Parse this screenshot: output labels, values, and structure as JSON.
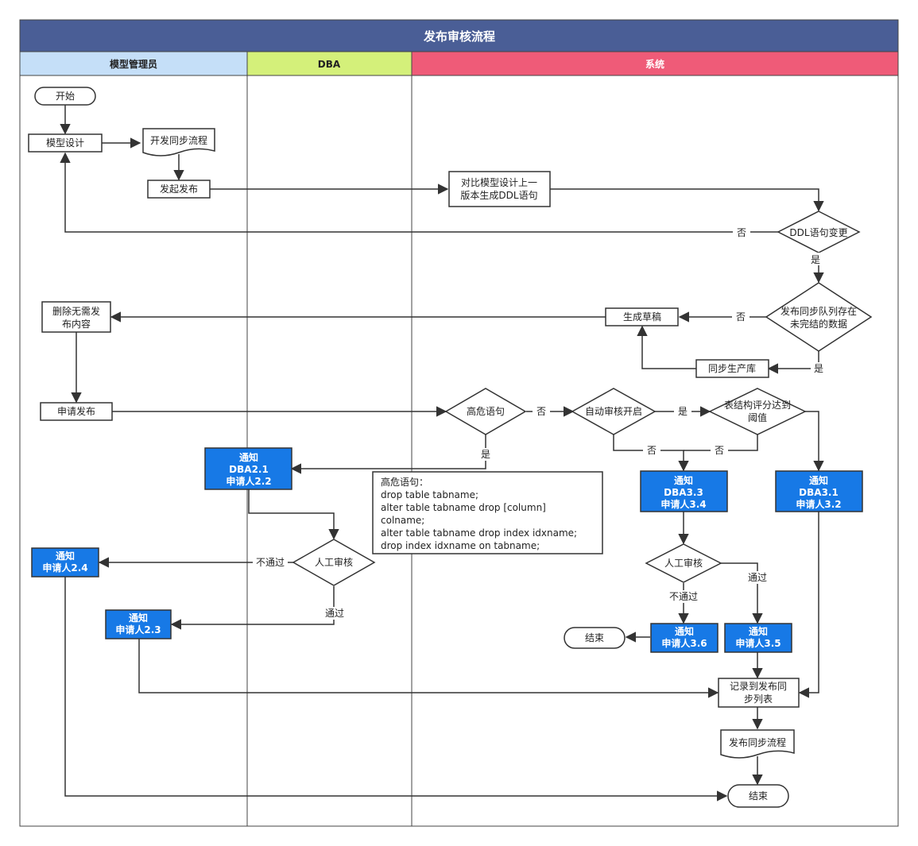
{
  "title": "发布审核流程",
  "lanes": {
    "modeler": "模型管理员",
    "dba": "DBA",
    "system": "系统"
  },
  "colors": {
    "title_bar": "#4a5e96",
    "lane_modeler": "#c5dff8",
    "lane_dba": "#d4f07a",
    "lane_system": "#ef5b78",
    "notify_box": "#1779e6"
  },
  "nodes": {
    "start": "开始",
    "model_design": "模型设计",
    "dev_sync_flow": "开发同步流程",
    "initiate_publish": "发起发布",
    "compare_ddl": [
      "对比模型设计上一",
      "版本生成DDL语句"
    ],
    "ddl_changed": "DDL语句变更",
    "queue_unfinished": [
      "发布同步队列存在",
      "未完结的数据"
    ],
    "gen_draft": "生成草稿",
    "sync_prod": "同步生产库",
    "delete_content": [
      "删除无需发",
      "布内容"
    ],
    "apply_publish": "申请发布",
    "high_risk": "高危语句",
    "auto_review": "自动审核开启",
    "score_threshold": [
      "表结构评分达到",
      "阈值"
    ],
    "notify_21": [
      "通知",
      "DBA2.1",
      "申请人2.2"
    ],
    "notify_33": [
      "通知",
      "DBA3.3",
      "申请人3.4"
    ],
    "notify_31": [
      "通知",
      "DBA3.1",
      "申请人3.2"
    ],
    "manual_review_dba": "人工审核",
    "manual_review_sys": "人工审核",
    "notify_24": [
      "通知",
      "申请人2.4"
    ],
    "notify_23": [
      "通知",
      "申请人2.3"
    ],
    "notify_36": [
      "通知",
      "申请人3.6"
    ],
    "notify_35": [
      "通知",
      "申请人3.5"
    ],
    "end_small": "结束",
    "record_list": [
      "记录到发布同",
      "步列表"
    ],
    "pub_sync_flow": "发布同步流程",
    "end": "结束"
  },
  "note": {
    "lines": [
      "高危语句：",
      "drop table tabname;",
      "alter table tabname drop [column]",
      "colname;",
      "alter table tabname drop index idxname;",
      "drop index idxname on tabname;"
    ]
  },
  "labels": {
    "no_ddl": "否",
    "yes_ddl": "是",
    "no_queue": "否",
    "yes_queue": "是",
    "no_high_risk": "否",
    "yes_high_risk": "是",
    "yes_auto": "是",
    "no_auto": "否",
    "no_score": "否",
    "fail_dba": "不通过",
    "pass_dba": "通过",
    "pass_sys": "通过",
    "fail_sys": "不通过"
  }
}
